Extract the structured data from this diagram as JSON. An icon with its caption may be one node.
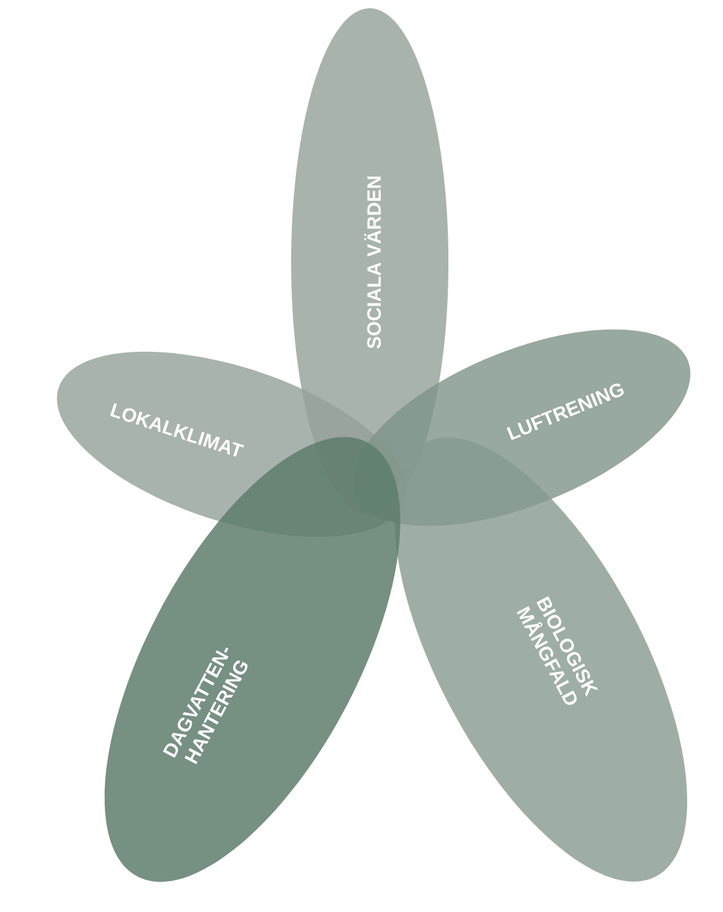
{
  "diagram": {
    "nodes": [
      {
        "text": [
          "SOCIALA VÄRDEN"
        ]
      },
      {
        "text": [
          "LOKALKLIMAT"
        ]
      },
      {
        "text": [
          "LUFTRENING"
        ]
      },
      {
        "text": [
          "BIOLOGISK MÅNGFALD"
        ]
      },
      {
        "text": [
          "DAGVATTEN- HANTERING"
        ]
      }
    ]
  }
}
